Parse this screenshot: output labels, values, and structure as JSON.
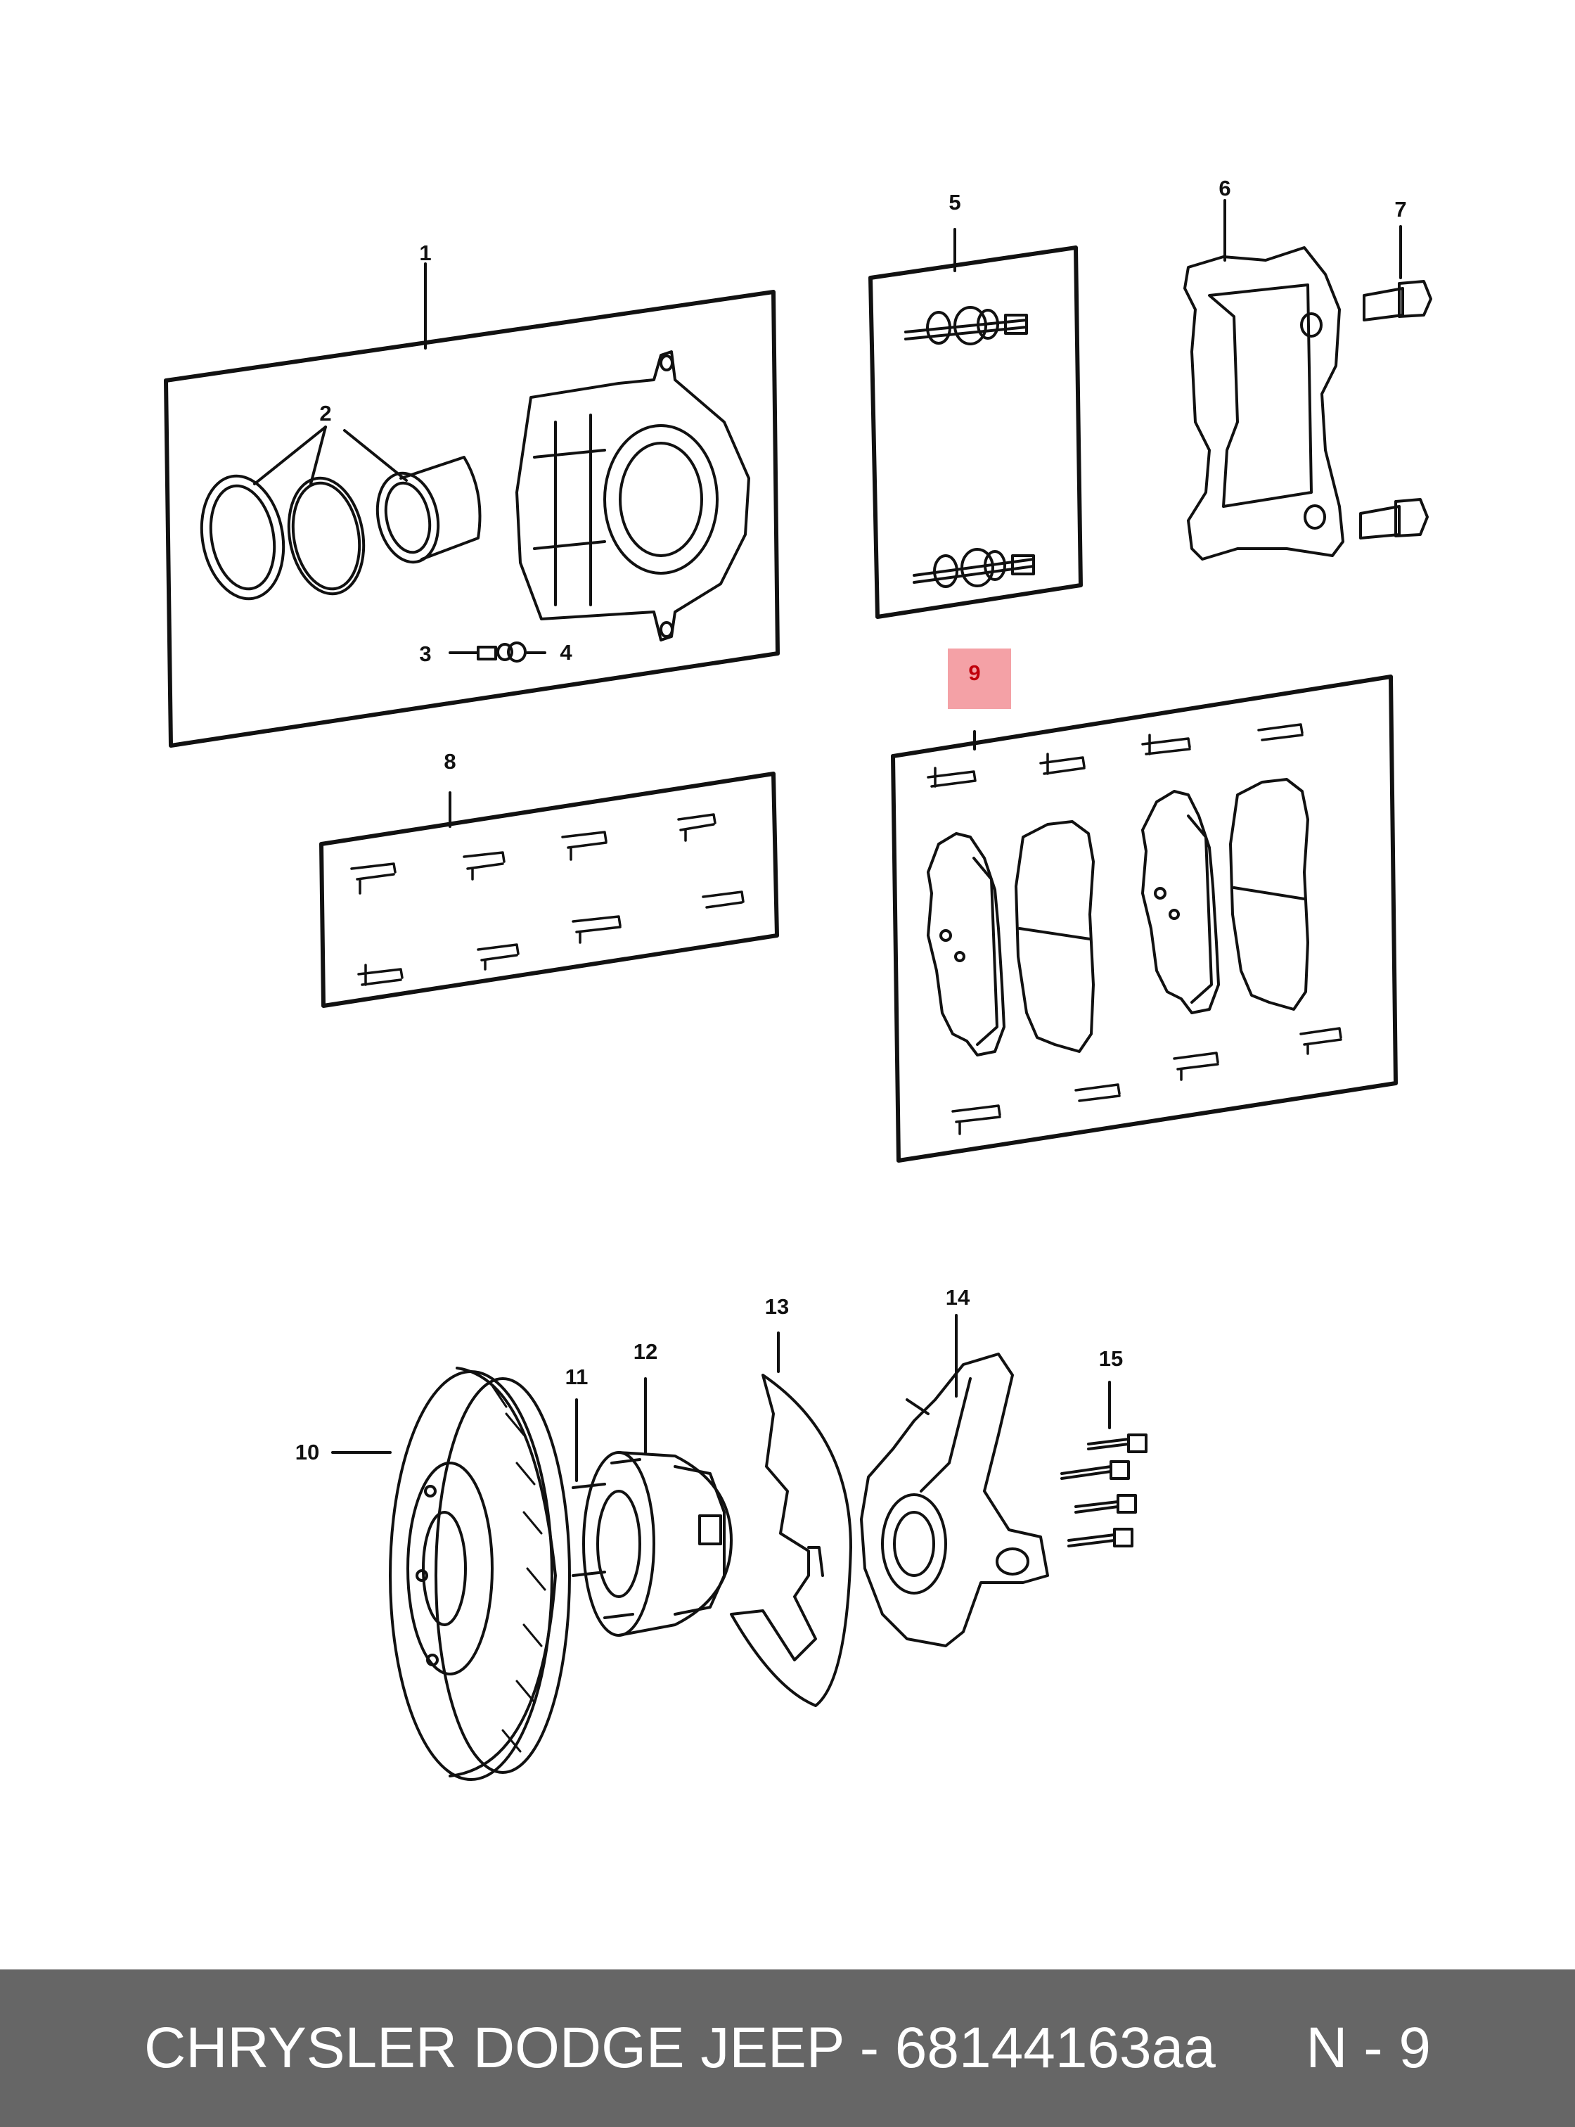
{
  "diagram": {
    "highlight_color": "#f4a1a6",
    "callouts": [
      "1",
      "2",
      "3",
      "4",
      "5",
      "6",
      "7",
      "8",
      "9",
      "10",
      "11",
      "12",
      "13",
      "14",
      "15"
    ],
    "highlighted_callout": "9"
  },
  "footer": {
    "background": "#666666",
    "part_text": "CHRYSLER DODGE JEEP - 68144163aa",
    "ref_text": "N - 9"
  }
}
